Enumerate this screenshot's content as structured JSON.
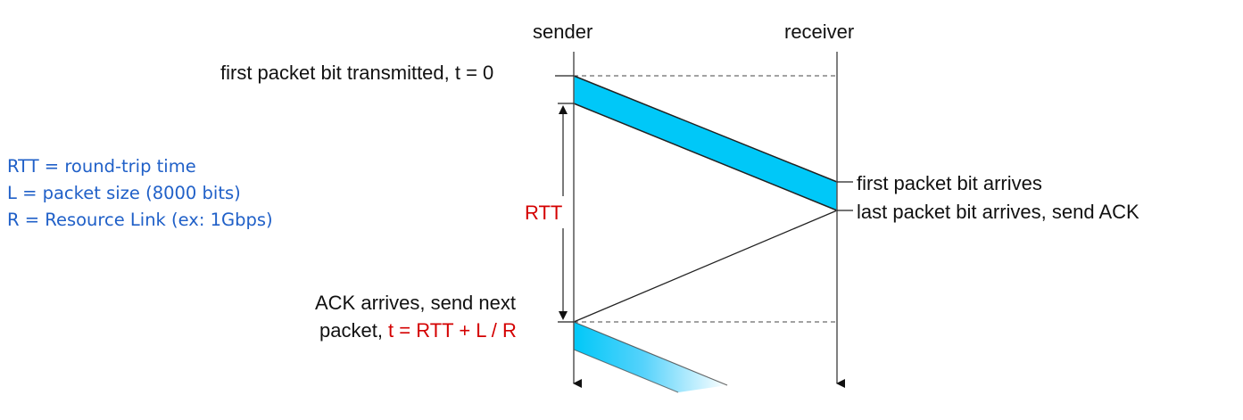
{
  "diagram": {
    "title_columns": {
      "sender": "sender",
      "receiver": "receiver"
    },
    "events": {
      "first_transmitted": "first packet bit transmitted, t = 0",
      "first_arrives": "first packet bit arrives",
      "last_arrives": "last packet bit arrives, send ACK",
      "ack_arrives_line1": "ACK arrives, send next",
      "ack_arrives_line2_prefix": "packet, ",
      "ack_arrives_formula": "t = RTT + L / R"
    },
    "rtt_label": "RTT",
    "legend": [
      "RTT = round-trip time",
      "L = packet size (8000 bits)",
      "R = Resource Link (ex: 1Gbps)"
    ],
    "colors": {
      "packet_fill": "#00c8f8",
      "legend_text": "#2060c8",
      "formula_text": "#d40000",
      "line": "#222222"
    }
  }
}
